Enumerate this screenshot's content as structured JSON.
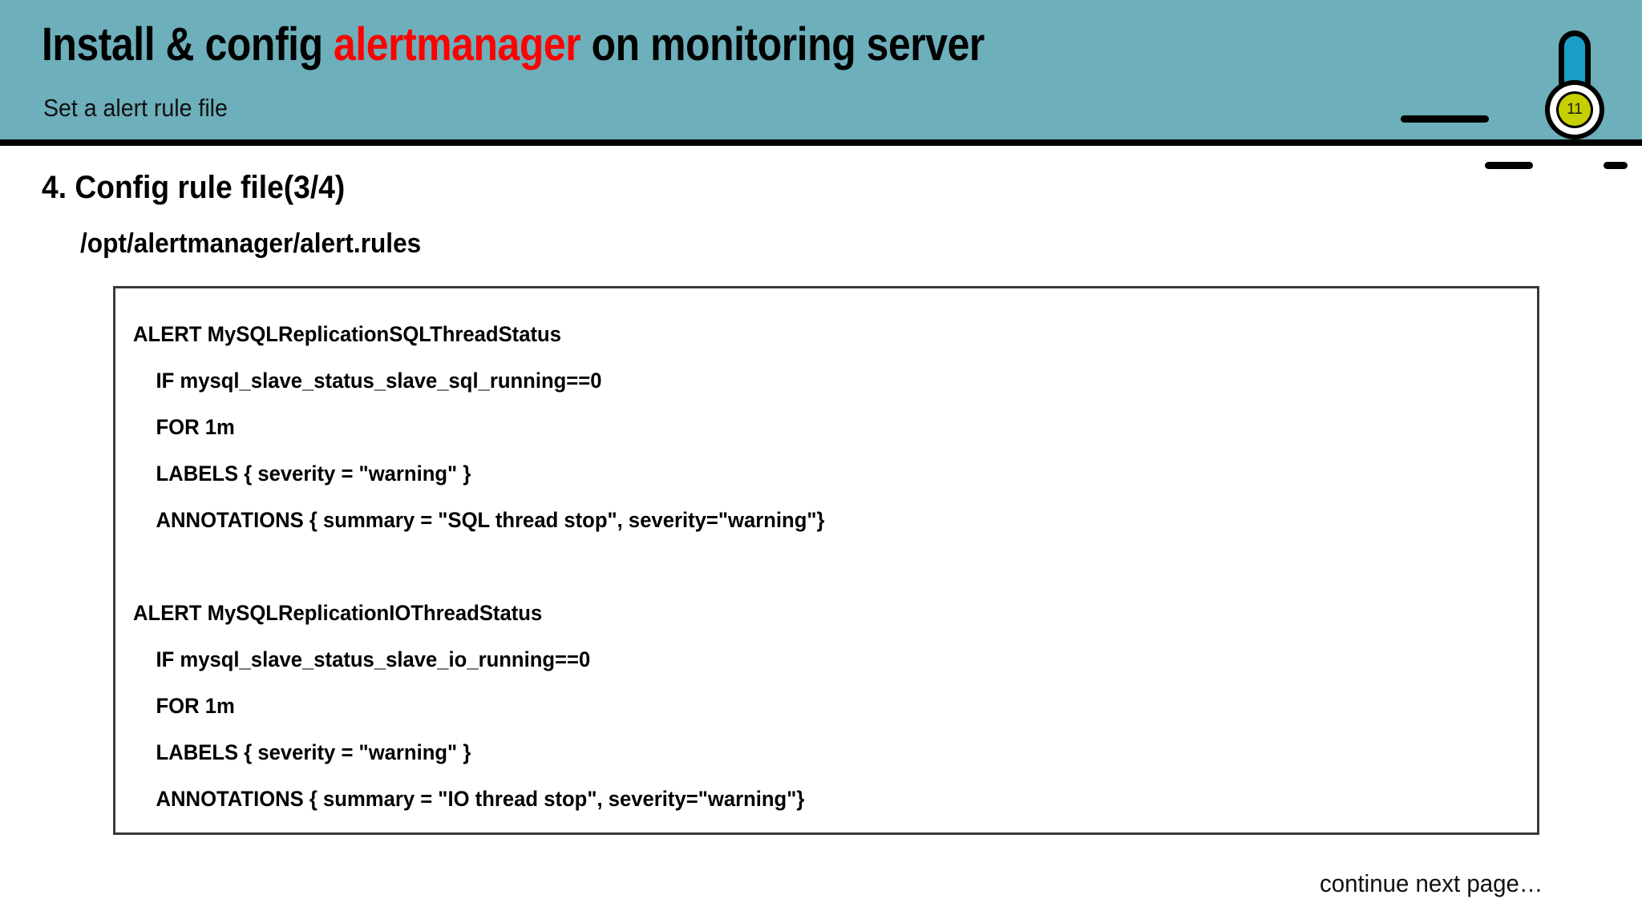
{
  "header": {
    "title_prefix": "Install & config ",
    "title_accent": "alertmanager",
    "title_suffix": " on monitoring server",
    "subtitle": "Set a alert rule file",
    "band_color": "#6DAFBA",
    "accent_color": "#FF0000"
  },
  "marker": {
    "page_number": "11",
    "stem_color": "#1B9FC9",
    "badge_color": "#C6D000"
  },
  "body": {
    "section_heading": "4. Config rule file(3/4)",
    "file_path": "/opt/alertmanager/alert.rules"
  },
  "code_box": {
    "lines": [
      {
        "text": "ALERT MySQLReplicationSQLThreadStatus",
        "indent": false,
        "blank": false
      },
      {
        "text": "IF mysql_slave_status_slave_sql_running==0",
        "indent": true,
        "blank": false
      },
      {
        "text": "FOR 1m",
        "indent": true,
        "blank": false
      },
      {
        "text": "LABELS { severity = \"warning\" }",
        "indent": true,
        "blank": false
      },
      {
        "text": "ANNOTATIONS { summary = \"SQL thread stop\", severity=\"warning\"}",
        "indent": true,
        "blank": false
      },
      {
        "text": "",
        "indent": false,
        "blank": true
      },
      {
        "text": "ALERT MySQLReplicationIOThreadStatus",
        "indent": false,
        "blank": false
      },
      {
        "text": "IF mysql_slave_status_slave_io_running==0",
        "indent": true,
        "blank": false
      },
      {
        "text": "FOR 1m",
        "indent": true,
        "blank": false
      },
      {
        "text": "LABELS { severity = \"warning\" }",
        "indent": true,
        "blank": false
      },
      {
        "text": "ANNOTATIONS { summary = \"IO thread stop\", severity=\"warning\"}",
        "indent": true,
        "blank": false
      }
    ]
  },
  "footer": {
    "note": "continue next page…"
  }
}
